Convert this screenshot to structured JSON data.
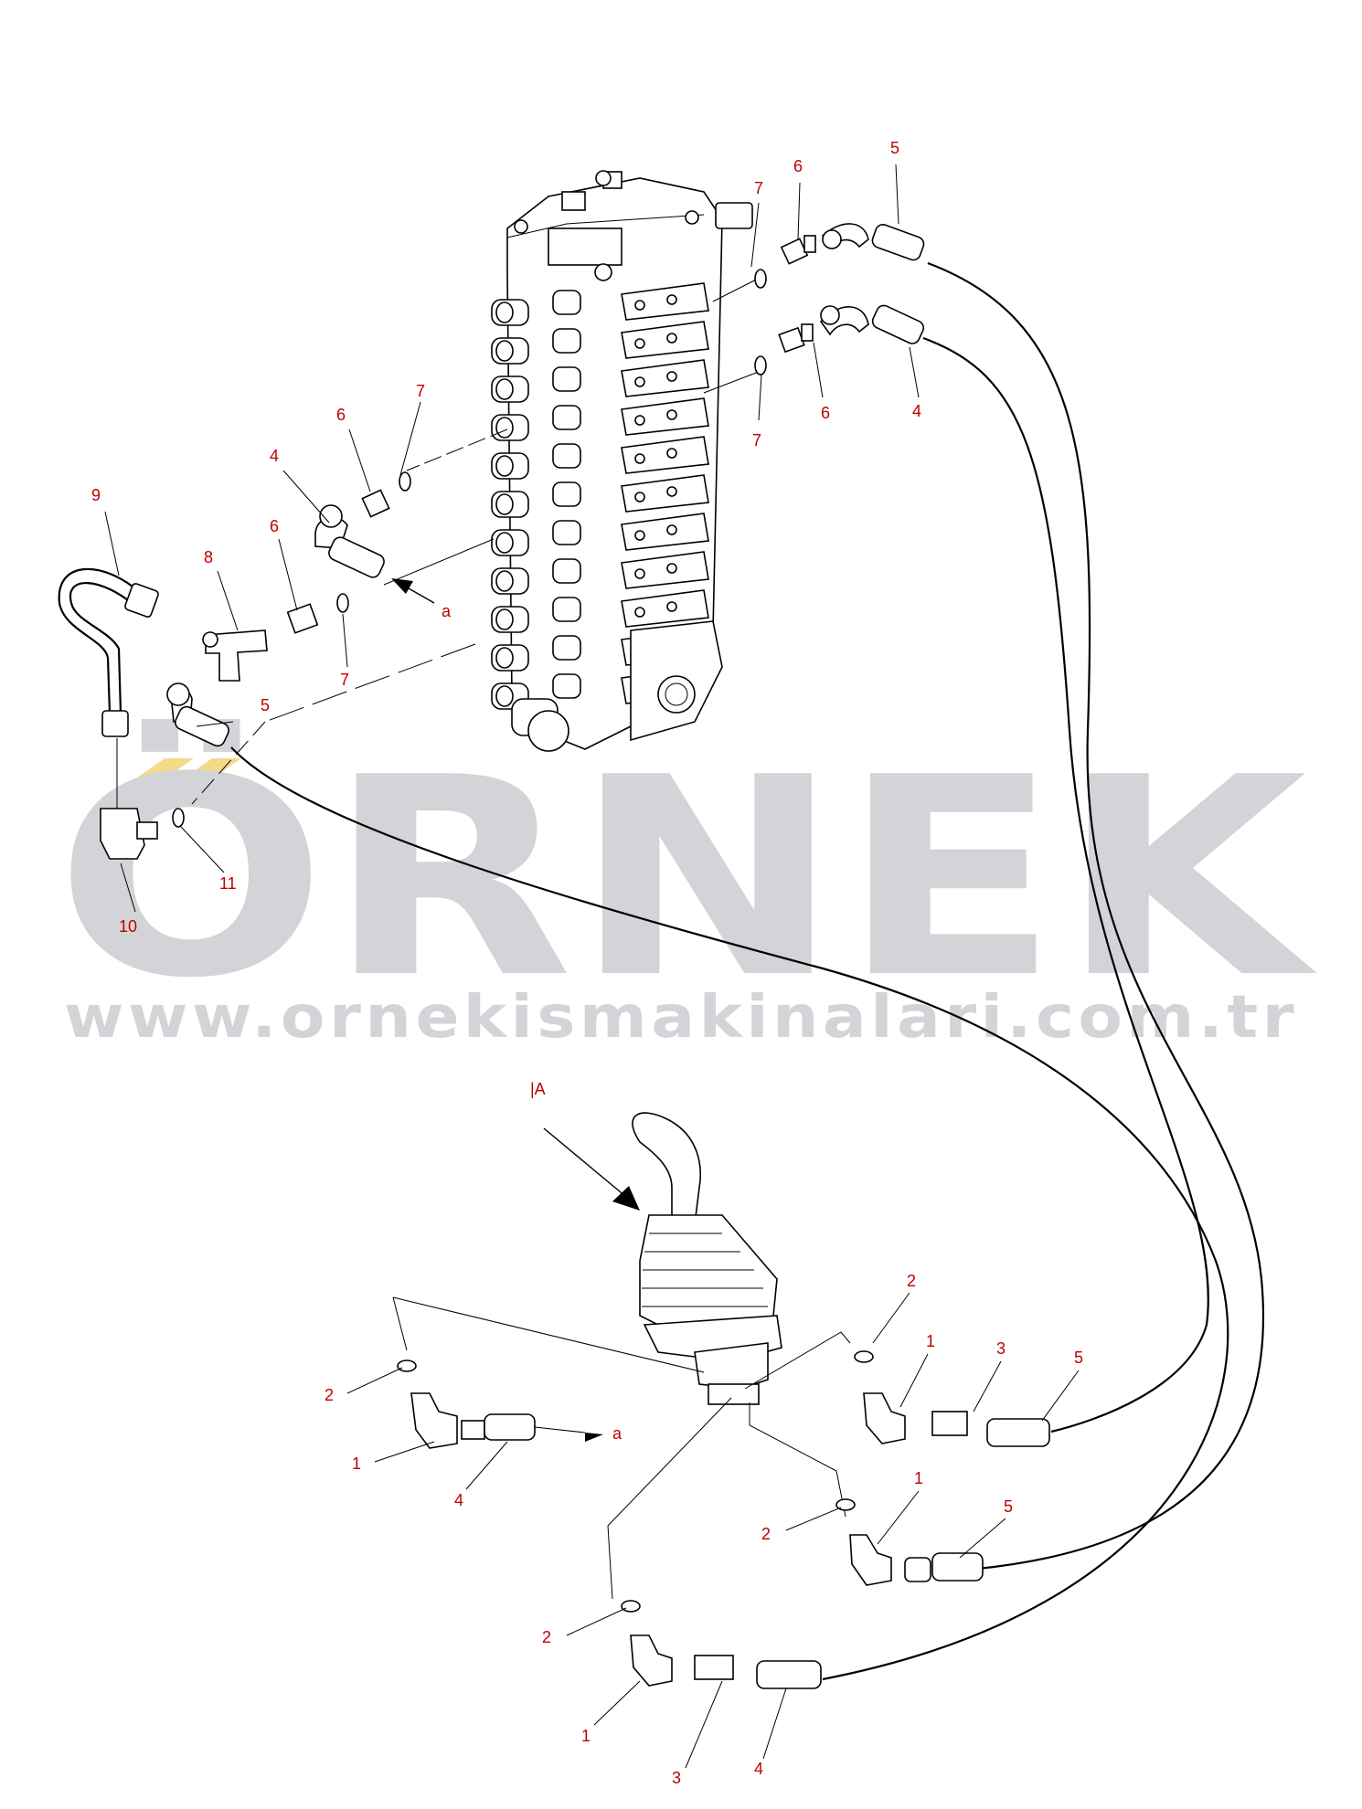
{
  "watermark": {
    "brand": "ÖRNEK",
    "url": "www.ornekismakinalari.com.tr",
    "accent_color": "#f5d98b",
    "text_color": "#d3d4d8"
  },
  "view_label": "|A",
  "callouts": [
    {
      "id": "c5a",
      "text": "5"
    },
    {
      "id": "c6a",
      "text": "6"
    },
    {
      "id": "c7a",
      "text": "7"
    },
    {
      "id": "c7b",
      "text": "7"
    },
    {
      "id": "c6b",
      "text": "6"
    },
    {
      "id": "c4a",
      "text": "4"
    },
    {
      "id": "c7c",
      "text": "7"
    },
    {
      "id": "c6c",
      "text": "6"
    },
    {
      "id": "c4b",
      "text": "4"
    },
    {
      "id": "c9",
      "text": "9"
    },
    {
      "id": "c8",
      "text": "8"
    },
    {
      "id": "c6d",
      "text": "6"
    },
    {
      "id": "caa",
      "text": "a"
    },
    {
      "id": "c7d",
      "text": "7"
    },
    {
      "id": "c5b",
      "text": "5"
    },
    {
      "id": "c11",
      "text": "11"
    },
    {
      "id": "c10",
      "text": "10"
    },
    {
      "id": "c2a",
      "text": "2"
    },
    {
      "id": "c1a",
      "text": "1"
    },
    {
      "id": "c4c",
      "text": "4"
    },
    {
      "id": "cab",
      "text": "a"
    },
    {
      "id": "c2b",
      "text": "2"
    },
    {
      "id": "c1b",
      "text": "1"
    },
    {
      "id": "c3a",
      "text": "3"
    },
    {
      "id": "c5c",
      "text": "5"
    },
    {
      "id": "c2c",
      "text": "2"
    },
    {
      "id": "c1c",
      "text": "1"
    },
    {
      "id": "c5d",
      "text": "5"
    },
    {
      "id": "c2d",
      "text": "2"
    },
    {
      "id": "c1d",
      "text": "1"
    },
    {
      "id": "c3b",
      "text": "3"
    },
    {
      "id": "c4d",
      "text": "4"
    }
  ],
  "colors": {
    "callout": "#c00000",
    "line": "#000000"
  }
}
